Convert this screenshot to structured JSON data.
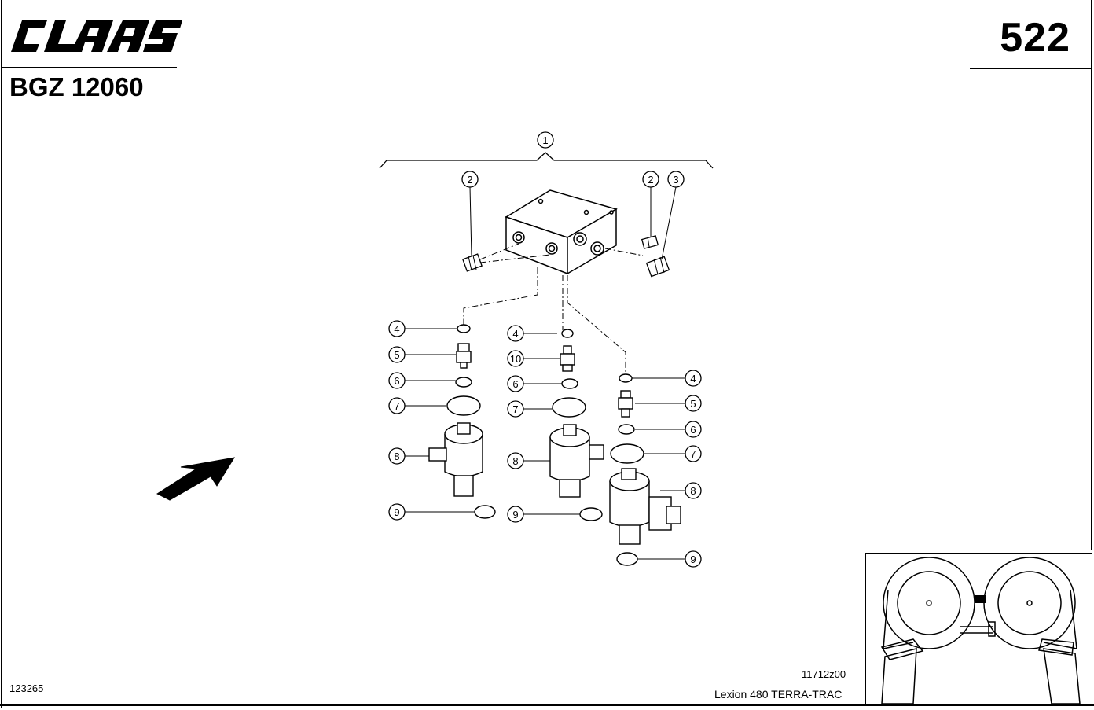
{
  "header": {
    "brand": "CLAAS",
    "page_number": "522",
    "group_code": "BGZ 12060"
  },
  "footer": {
    "document_number": "123265",
    "drawing_number": "11712z00",
    "model": "Lexion 480 TERRA-TRAC"
  },
  "callouts": {
    "c1": "1",
    "c2a": "2",
    "c2b": "2",
    "c3": "3",
    "c4a": "4",
    "c4b": "4",
    "c4c": "4",
    "c5a": "5",
    "c5c": "5",
    "c6a": "6",
    "c6b": "6",
    "c6c": "6",
    "c7a": "7",
    "c7b": "7",
    "c7c": "7",
    "c8a": "8",
    "c8b": "8",
    "c8c": "8",
    "c9a": "9",
    "c9b": "9",
    "c9c": "9",
    "c10": "10"
  },
  "colors": {
    "ink": "#000000",
    "paper": "#ffffff"
  }
}
